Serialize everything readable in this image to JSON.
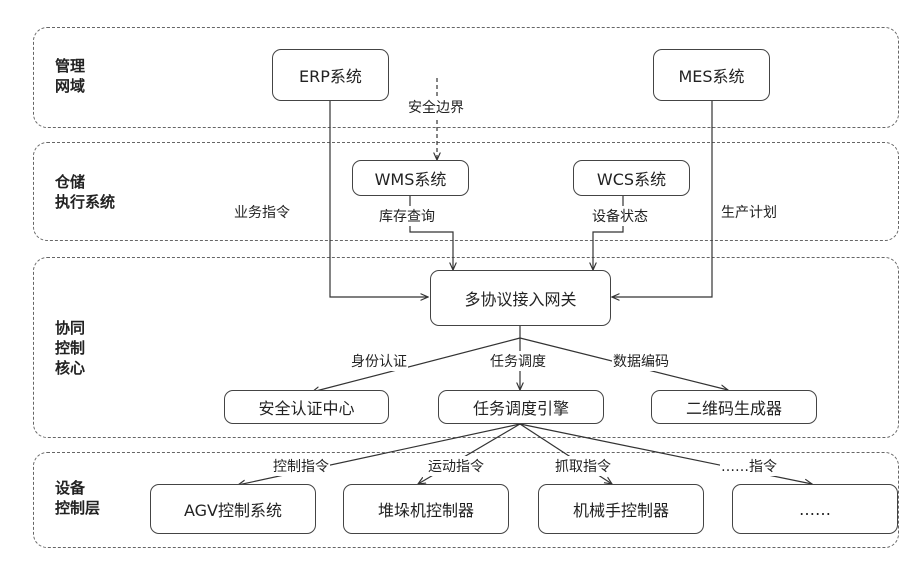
{
  "layers": {
    "management": {
      "title_line1": "管理",
      "title_line2": "网域"
    },
    "warehouse": {
      "title_line1": "仓储",
      "title_line2": "执行系统"
    },
    "core": {
      "title_line1": "协同",
      "title_line2": "控制",
      "title_line3": "核心"
    },
    "device": {
      "title_line1": "设备",
      "title_line2": "控制层"
    }
  },
  "nodes": {
    "erp": "ERP系统",
    "mes": "MES系统",
    "wms": "WMS系统",
    "wcs": "WCS系统",
    "gateway": "多协议接入网关",
    "auth_center": "安全认证中心",
    "scheduler": "任务调度引擎",
    "qr_generator": "二维码生成器",
    "agv": "AGV控制系统",
    "stacker": "堆垛机控制器",
    "robot_arm": "机械手控制器",
    "more": "……"
  },
  "edges": {
    "security_boundary": "安全边界",
    "business_command": "业务指令",
    "production_plan": "生产计划",
    "inventory_query": "库存查询",
    "device_status": "设备状态",
    "identity_auth": "身份认证",
    "task_dispatch": "任务调度",
    "data_encoding": "数据编码",
    "control_command": "控制指令",
    "motion_command": "运动指令",
    "grab_command": "抓取指令",
    "other_command": "……指令"
  }
}
